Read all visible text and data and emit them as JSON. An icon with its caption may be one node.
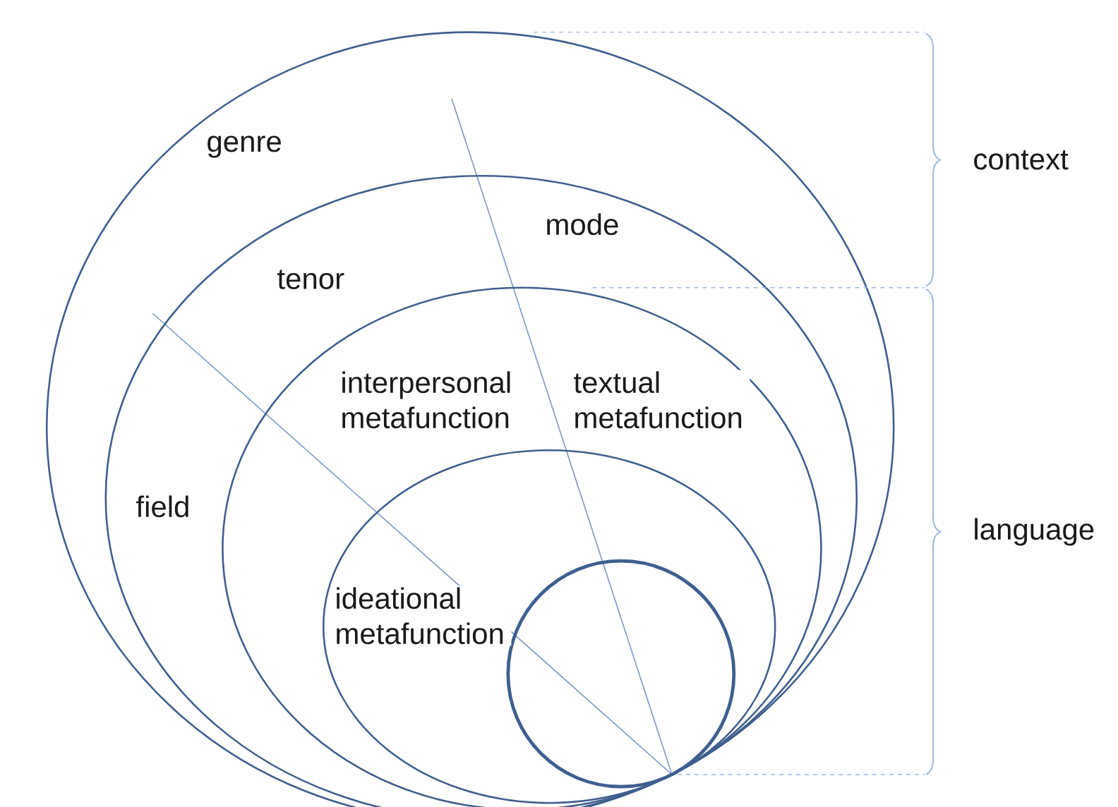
{
  "diagram": {
    "nodes": [
      {
        "text": [
          "genre"
        ]
      },
      {
        "text": [
          "tenor",
          "mode",
          "field"
        ],
        "in": 0
      },
      {
        "text": [
          "interpersonal metafunction",
          "textual metafunction"
        ],
        "in": 1
      },
      {
        "text": [
          "ideational metafunction"
        ],
        "in": 2
      },
      {
        "text": [],
        "shape": "circle",
        "in": 3
      }
    ],
    "labels": [
      "context",
      "language"
    ]
  }
}
